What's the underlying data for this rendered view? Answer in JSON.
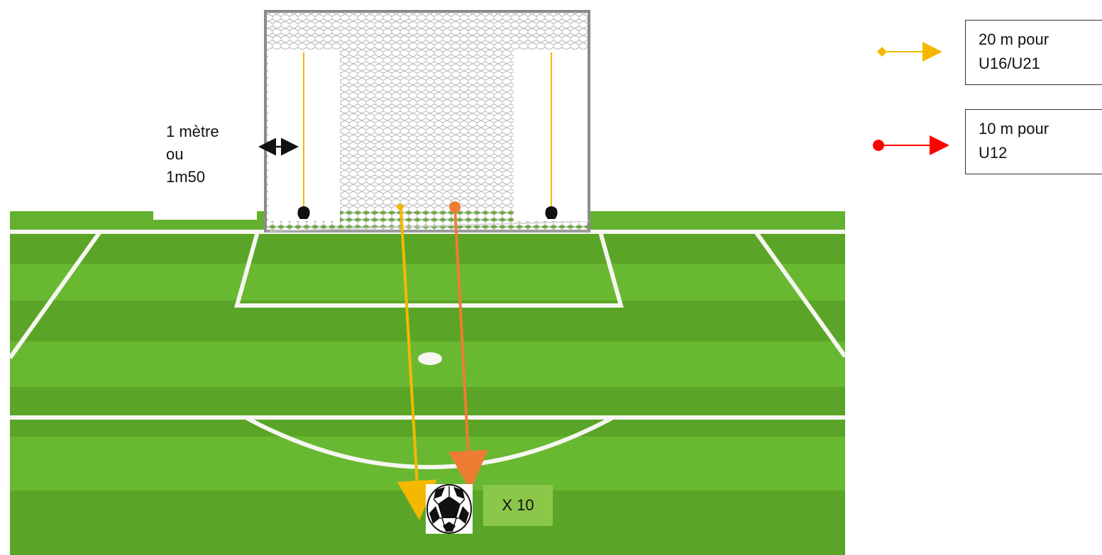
{
  "distance_label": {
    "line1": "1 mètre",
    "line2": "ou",
    "line3": "1m50"
  },
  "legend": [
    {
      "line1": "20 m pour",
      "line2": "U16/U21",
      "marker": "diamond",
      "color": "#f5b800"
    },
    {
      "line1": "10 m pour",
      "line2": "U12",
      "marker": "dot",
      "color": "#ff0000"
    }
  ],
  "repeat_badge": "X 10",
  "colors": {
    "grass_light": "#66b72f",
    "grass_dark": "#5aa527",
    "field_lines": "#f6f6f0",
    "yellow_shot": "#f5b800",
    "orange_shot": "#ee7d31",
    "badge_green": "#8bc84a"
  },
  "icons": {
    "ball": "soccer-ball-icon",
    "pole": "marker-pole-icon",
    "double_arrow": "double-arrow-icon"
  }
}
